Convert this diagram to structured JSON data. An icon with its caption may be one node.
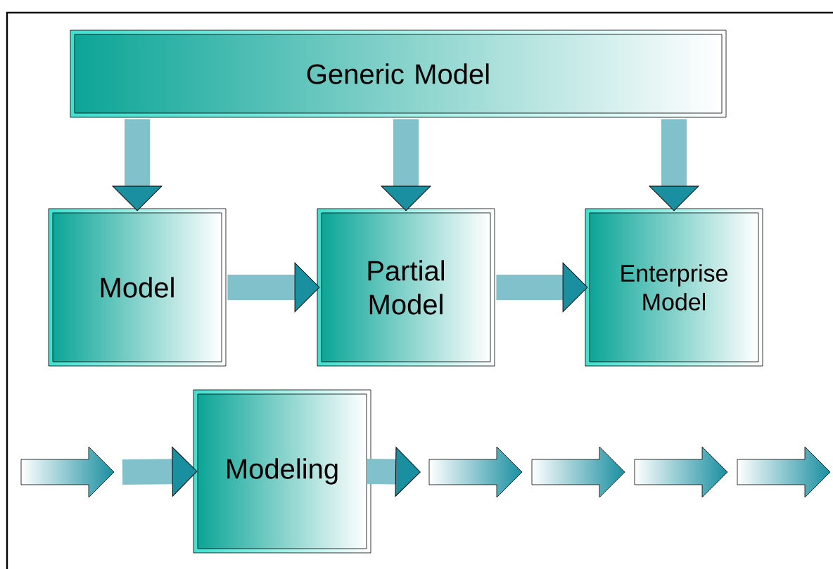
{
  "diagram": {
    "nodes": [
      {
        "text": [
          "Generic Model"
        ]
      },
      {
        "text": [
          "Model"
        ]
      },
      {
        "text": [
          "Partial Model"
        ]
      },
      {
        "text": [
          "Enterprise Model"
        ]
      },
      {
        "text": [
          "Modeling"
        ]
      }
    ],
    "edges": [
      {
        "from": 0,
        "to": 1,
        "arrow": "to"
      },
      {
        "from": 0,
        "to": 2,
        "arrow": "to"
      },
      {
        "from": 0,
        "to": 3,
        "arrow": "to"
      },
      {
        "from": 1,
        "to": 2,
        "arrow": "to"
      },
      {
        "from": 2,
        "to": 3,
        "arrow": "to"
      },
      {
        "from": null,
        "to": 4,
        "arrow": "to"
      },
      {
        "from": 4,
        "to": null,
        "arrow": "to"
      }
    ]
  }
}
